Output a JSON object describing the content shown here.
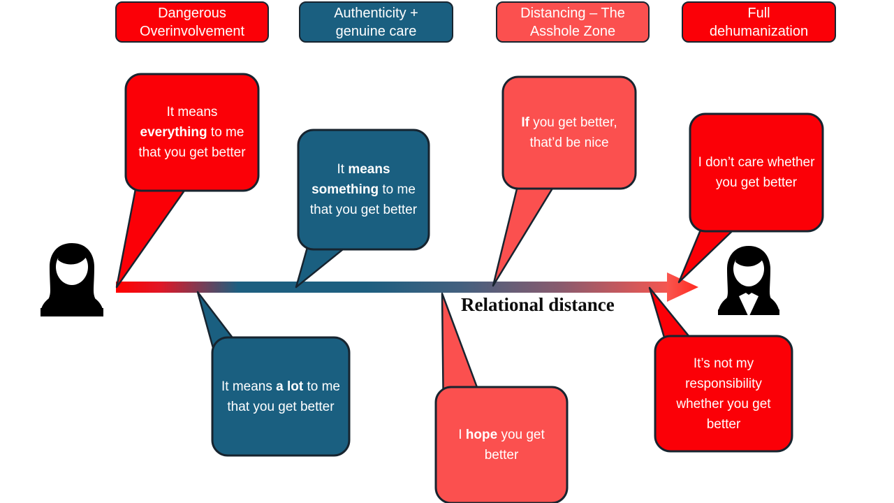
{
  "diagram": {
    "title_label": "Relational distance",
    "colors": {
      "red": "#fb0007",
      "teal": "#1a5f80",
      "salmon": "#fb504f",
      "outline": "#17242f",
      "text_on_fill": "#ffffff",
      "axis_text": "#0d0d0d",
      "avatar": "#000000"
    },
    "headers": [
      {
        "id": "dangerous-overinvolvement",
        "line1": "Dangerous",
        "line2": "Overinvolvement",
        "fill": "#fb0007"
      },
      {
        "id": "authenticity-genuine-care",
        "line1": "Authenticity +",
        "line2": "genuine care",
        "fill": "#1a5f80"
      },
      {
        "id": "distancing-asshole-zone",
        "line1": "Distancing – The",
        "line2": "Asshole Zone",
        "fill": "#fb504f"
      },
      {
        "id": "full-dehumanization",
        "line1": "Full",
        "line2": "dehumanization",
        "fill": "#fb0007"
      }
    ],
    "bubbles": [
      {
        "id": "it-means-everything",
        "fill": "#fb0007",
        "parts": [
          {
            "t": "It means ",
            "b": false
          },
          {
            "t": "everything",
            "b": true
          },
          {
            "t": " to me that you get better",
            "b": false
          }
        ]
      },
      {
        "id": "it-means-something",
        "fill": "#1a5f80",
        "parts": [
          {
            "t": "It ",
            "b": false
          },
          {
            "t": "means something",
            "b": true
          },
          {
            "t": " to me that you get better",
            "b": false
          }
        ]
      },
      {
        "id": "if-you-get-better",
        "fill": "#fb504f",
        "parts": [
          {
            "t": "If",
            "b": true
          },
          {
            "t": " you get better, that’d be nice",
            "b": false
          }
        ]
      },
      {
        "id": "i-dont-care",
        "fill": "#fb0007",
        "parts": [
          {
            "t": "I don’t care whether you get better",
            "b": false
          }
        ]
      },
      {
        "id": "it-means-a-lot",
        "fill": "#1a5f80",
        "parts": [
          {
            "t": "It means ",
            "b": false
          },
          {
            "t": "a lot",
            "b": true
          },
          {
            "t": " to me that you get better",
            "b": false
          }
        ]
      },
      {
        "id": "i-hope-you-get-better",
        "fill": "#fb504f",
        "parts": [
          {
            "t": "I ",
            "b": false
          },
          {
            "t": "hope",
            "b": true
          },
          {
            "t": " you get better",
            "b": false
          }
        ]
      },
      {
        "id": "its-not-my-responsibility",
        "fill": "#fb0007",
        "parts": [
          {
            "t": "It’s not my responsibility whether you get better",
            "b": false
          }
        ]
      }
    ],
    "avatars": [
      {
        "id": "avatar-left-person",
        "role": "patient-woman"
      },
      {
        "id": "avatar-right-person",
        "role": "professional-woman"
      }
    ]
  }
}
